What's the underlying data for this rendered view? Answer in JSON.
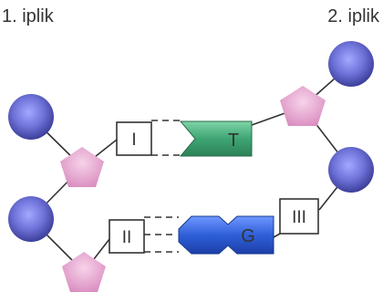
{
  "labels": {
    "strand_1": "1. iplik",
    "strand_2": "2. iplik"
  },
  "bases": {
    "box_1": "I",
    "box_2": "II",
    "box_3": "III",
    "base_t": "T",
    "base_g": "G"
  },
  "colors": {
    "phosphate": "#6f72d8",
    "sugar": "#e8a6d2",
    "base_t": "#45b07c",
    "base_g": "#2f5fd8",
    "line": "#333333"
  }
}
